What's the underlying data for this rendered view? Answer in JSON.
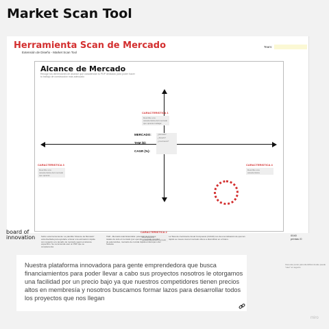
{
  "header": {
    "title": "Market Scan Tool"
  },
  "board": {
    "title": "Herramienta Scan de Mercado",
    "subtitle": "Extensión de Diseño -  Market Scan Tool",
    "team_label": "Team:",
    "team_value": ""
  },
  "scope": {
    "title": "Alcance de Mercado",
    "description": "Recoge tus dimensiones de alcance que caracterizan tu PDP dedicado para poder hacer tu trabajo de construcción más adecuado",
    "characteristics": {
      "top": {
        "label": "CARACTERISTICA 1",
        "text": "Describe una característica del mercado que quieras trabajar"
      },
      "right": {
        "label": "CARACTERISTICA 4",
        "text": "Describe una característica"
      },
      "bottom": {
        "label": "CARACTERISTICA 2",
        "text": "Describe una característica del mercado"
      },
      "left": {
        "label": "CARACTERISTICA 3",
        "text": "Describe una característica del mercado que quieras"
      }
    },
    "metrics": [
      {
        "label": "MERCADO:"
      },
      {
        "label": "TAM ($):"
      },
      {
        "label": "CAGR (%):"
      }
    ],
    "metric_notes": [
      "¿Mercado?",
      "¿Tamaño?",
      "¿Crecimiento?"
    ]
  },
  "footer": {
    "logo_line1": "board of",
    "logo_line2": "innovation",
    "text1": "Sobre esta herramienta: La plantilla \"Alcance de Mercado\" está diseñada para ayudarte a llevar una estimación rápida con respecto a tu tamaño de mercado según el alcance específico. Se recomienda usar un PDP que se complementa",
    "text2": "TAM - Mercado total Alcanzable: potencial de ingresos totales de todo el mercado (por ejemplo: mercado mundial de automóviles, mercado de comida rápida en Europa o del Sudeste",
    "text3": "La Tasa de crecimiento Anual Compuesto (CAGR) nos da una indicación de qué tan rápido se mueve cual el mercado ofrece a diversificar en el futuro.",
    "page_line1": "0040",
    "page_line2": "printas /0"
  },
  "comment": {
    "text": "Nuestra plataforma innovadora para gente emprendedora que busca financiamientos para poder llevar a cabo sus proyectos nosotros le otorgamos una facilidad por un precio bajo ya que nuestros competidores tienen precios altos en membresía y nosotros buscamos formar lazos para desarrollar todos los proyectos que nos llegan"
  },
  "side_note": "Usa este punto para identificar donde puede \"caer\" el negocio",
  "brand": "miro",
  "colors": {
    "accent": "#d32f2f",
    "team_field": "#fbf8d4"
  }
}
